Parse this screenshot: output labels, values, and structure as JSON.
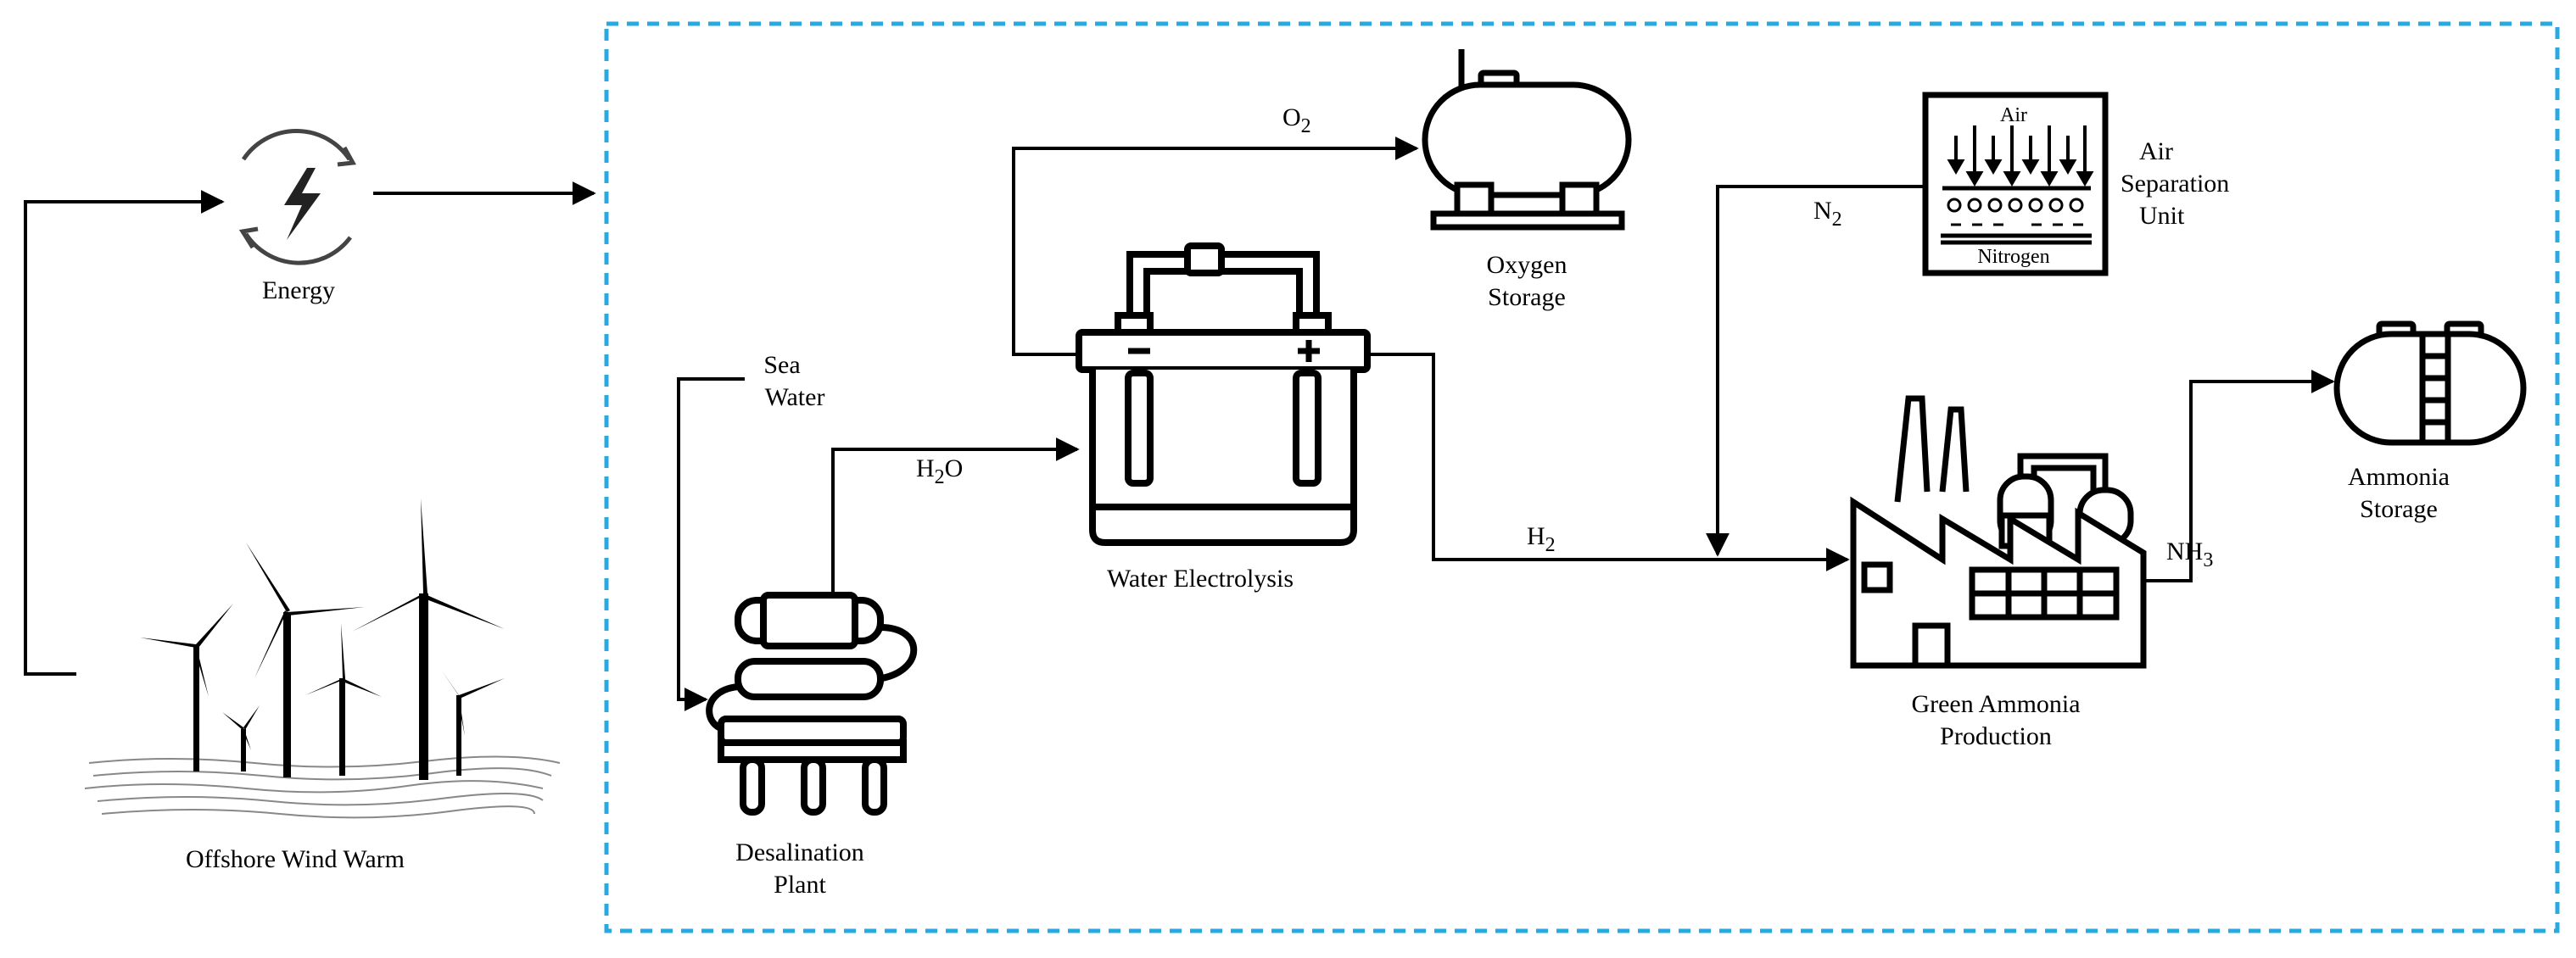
{
  "labels": {
    "energy": "Energy",
    "offshore_wind": "Offshore Wind Warm",
    "sea": "Sea",
    "water": "Water",
    "desal_line1": "Desalination",
    "desal_line2": "Plant",
    "electrolysis": "Water Electrolysis",
    "oxygen_line1": "Oxygen",
    "oxygen_line2": "Storage",
    "asu_line1": "Air",
    "asu_line2": "Separation",
    "asu_line3": "Unit",
    "asu_icon_air": "Air",
    "asu_icon_nitrogen": "Nitrogen",
    "ammonia_prod_line1": "Green Ammonia",
    "ammonia_prod_line2": "Production",
    "ammonia_storage_line1": "Ammonia",
    "ammonia_storage_line2": "Storage"
  },
  "flows": {
    "o2": {
      "base": "O",
      "sub": "2"
    },
    "h2o": {
      "base": "H",
      "sub": "2",
      "tail": "O"
    },
    "h2": {
      "base": "H",
      "sub": "2"
    },
    "n2": {
      "base": "N",
      "sub": "2"
    },
    "nh3": {
      "base": "NH",
      "sub": "3"
    }
  },
  "colors": {
    "line": "#000000",
    "boundary": "#29a9e1"
  }
}
